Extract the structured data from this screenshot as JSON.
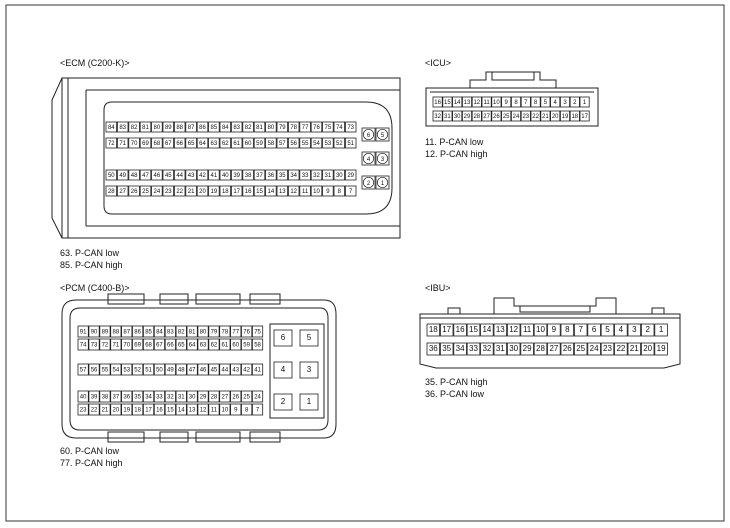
{
  "connectors": {
    "ecm": {
      "title": "<ECM (C200-K)>",
      "notes": [
        "63. P-CAN low",
        "85. P-CAN high"
      ],
      "rows": [
        [
          "84",
          "83",
          "82",
          "81",
          "80",
          "89",
          "88",
          "87",
          "86",
          "85",
          "84",
          "83",
          "82",
          "81",
          "80",
          "79",
          "78",
          "77",
          "76",
          "75",
          "74",
          "73"
        ],
        [
          "72",
          "71",
          "70",
          "69",
          "68",
          "67",
          "66",
          "65",
          "64",
          "63",
          "62",
          "61",
          "60",
          "59",
          "58",
          "57",
          "56",
          "55",
          "54",
          "53",
          "52",
          "51"
        ],
        [
          "50",
          "49",
          "48",
          "47",
          "46",
          "45",
          "44",
          "43",
          "42",
          "41",
          "40",
          "39",
          "38",
          "37",
          "36",
          "35",
          "34",
          "33",
          "32",
          "31",
          "30",
          "29"
        ],
        [
          "28",
          "27",
          "26",
          "25",
          "24",
          "23",
          "22",
          "21",
          "20",
          "19",
          "18",
          "17",
          "16",
          "15",
          "14",
          "13",
          "12",
          "11",
          "10",
          "9",
          "8",
          "7"
        ]
      ],
      "big_pins": [
        [
          "6",
          "5"
        ],
        [
          "4",
          "3"
        ],
        [
          "2",
          "1"
        ]
      ]
    },
    "icu": {
      "title": "<ICU>",
      "notes": [
        "11. P-CAN low",
        "12. P-CAN high"
      ],
      "rows": [
        [
          "16",
          "15",
          "14",
          "13",
          "12",
          "11",
          "10",
          "9",
          "8",
          "7",
          "8",
          "5",
          "4",
          "3",
          "2",
          "1"
        ],
        [
          "32",
          "31",
          "30",
          "29",
          "28",
          "27",
          "26",
          "25",
          "24",
          "23",
          "22",
          "21",
          "20",
          "19",
          "18",
          "17"
        ]
      ]
    },
    "pcm": {
      "title": "<PCM (C400-B)>",
      "notes": [
        "60. P-CAN low",
        "77. P-CAN high"
      ],
      "rows": [
        [
          "91",
          "90",
          "89",
          "88",
          "87",
          "86",
          "85",
          "84",
          "83",
          "82",
          "81",
          "80",
          "79",
          "78",
          "77",
          "76",
          "75"
        ],
        [
          "74",
          "73",
          "72",
          "71",
          "70",
          "69",
          "68",
          "67",
          "66",
          "65",
          "64",
          "63",
          "62",
          "61",
          "60",
          "59",
          "58"
        ],
        [
          "57",
          "56",
          "55",
          "54",
          "53",
          "52",
          "51",
          "50",
          "49",
          "48",
          "47",
          "46",
          "45",
          "44",
          "43",
          "42",
          "41"
        ],
        [
          "40",
          "39",
          "38",
          "37",
          "36",
          "35",
          "34",
          "33",
          "32",
          "31",
          "30",
          "29",
          "28",
          "27",
          "26",
          "25",
          "24"
        ],
        [
          "23",
          "22",
          "21",
          "20",
          "19",
          "18",
          "17",
          "16",
          "15",
          "14",
          "13",
          "12",
          "11",
          "10",
          "9",
          "8",
          "7"
        ]
      ],
      "big_pins": [
        [
          "6",
          "5"
        ],
        [
          "4",
          "3"
        ],
        [
          "2",
          "1"
        ]
      ]
    },
    "ibu": {
      "title": "<IBU>",
      "notes": [
        "35. P-CAN high",
        "36. P-CAN low"
      ],
      "rows": [
        [
          "18",
          "17",
          "16",
          "15",
          "14",
          "13",
          "12",
          "11",
          "10",
          "9",
          "8",
          "7",
          "6",
          "5",
          "4",
          "3",
          "2",
          "1"
        ],
        [
          "36",
          "35",
          "34",
          "33",
          "32",
          "31",
          "30",
          "29",
          "28",
          "27",
          "26",
          "25",
          "24",
          "23",
          "22",
          "21",
          "20",
          "19"
        ]
      ]
    }
  }
}
